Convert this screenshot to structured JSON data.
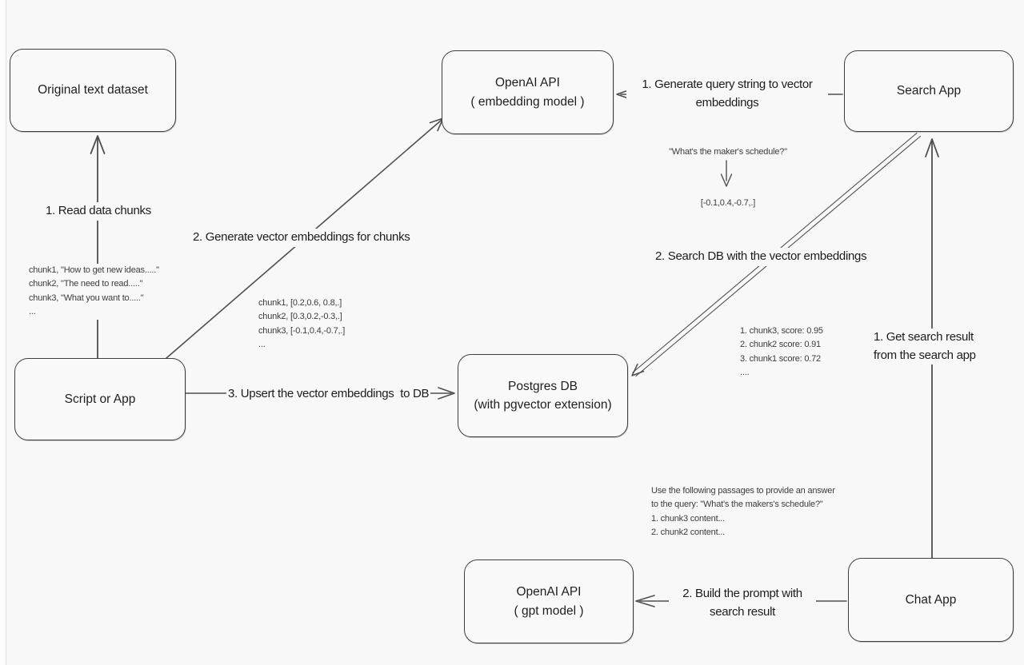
{
  "diagram": {
    "colors": {
      "stroke": "#4f4f4f",
      "text": "#1f1f1f",
      "background": "#f8f8f8"
    },
    "nodes": {
      "original_dataset": {
        "label": "Original text dataset"
      },
      "openai_embedding": {
        "label": "OpenAI API\n( embedding model )"
      },
      "search_app": {
        "label": "Search App"
      },
      "script_or_app": {
        "label": "Script or App"
      },
      "postgres_db": {
        "label": "Postgres DB\n(with pgvector extension)"
      },
      "openai_gpt": {
        "label": "OpenAI API\n( gpt model )"
      },
      "chat_app": {
        "label": "Chat App"
      }
    },
    "edges": {
      "read_chunks": {
        "label": "1. Read data chunks"
      },
      "generate_embeddings": {
        "label": "2. Generate vector embeddings for chunks"
      },
      "upsert": {
        "label": "3. Upsert the vector embeddings  to DB"
      },
      "query_to_vector": {
        "label": "1. Generate query string to vector\nembeddings"
      },
      "search_db": {
        "label": "2. Search DB with the vector embeddings"
      },
      "get_result": {
        "label": "1. Get search result\nfrom the search app"
      },
      "build_prompt": {
        "label": "2. Build the prompt with\nsearch result"
      }
    },
    "annotations": {
      "chunk_texts": "chunk1, \"How to get new ideas.....\"\nchunk2, \"The need to read.....\"\nchunk3, \"What you want to.....\"\n...",
      "chunk_vectors": "chunk1, [0.2,0.6, 0.8,.]\nchunk2, [0.3,0.2,-0.3,.]\nchunk3, [-0.1,0.4,-0.7,.]\n...",
      "query_string": "\"What's the maker's schedule?\"",
      "query_vector": "[-0.1,0.4,-0.7,.]",
      "search_scores": "1. chunk3, score: 0.95\n2. chunk2 score: 0.91\n3. chunk1 score: 0.72\n....",
      "prompt_text": "Use the following passages to provide an answer\nto the query: \"What's the makers's schedule?\"\n1. chunk3 content...\n2. chunk2 content..."
    }
  }
}
